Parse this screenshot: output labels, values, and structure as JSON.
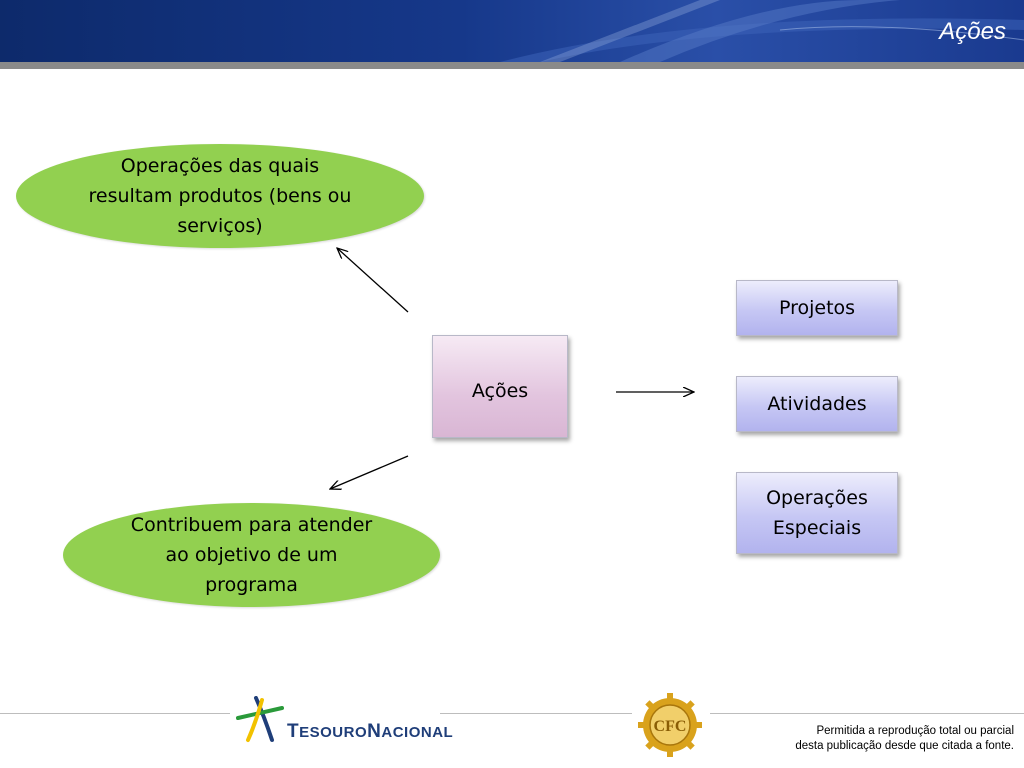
{
  "header": {
    "title": "Ações"
  },
  "diagram": {
    "center": "Ações",
    "top_ellipse": "Operações das quais resultam produtos (bens ou serviços)",
    "bottom_ellipse": "Contribuem para atender ao objetivo de um programa",
    "boxes": [
      "Projetos",
      "Atividades",
      "Operações Especiais"
    ]
  },
  "footer": {
    "logo_name": "TesouroNacional",
    "logo_part1_cap": "T",
    "logo_part1_rest": "ESOURO",
    "logo_part2_cap": "N",
    "logo_part2_rest": "ACIONAL",
    "seal_text": "CFC",
    "copyright_line1": "Permitida a reprodução total ou parcial",
    "copyright_line2": "desta publicação desde que citada a fonte."
  },
  "colors": {
    "ellipse": "#92d050",
    "box_blue": "#c6c7f4",
    "box_pink": "#e2c4de",
    "header": "#16388a"
  }
}
